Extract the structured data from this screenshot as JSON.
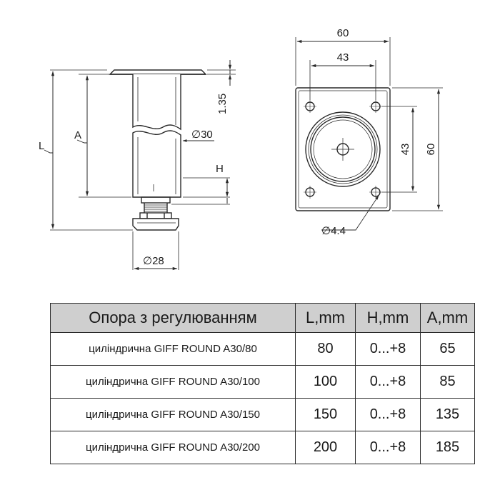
{
  "side_view": {
    "dim_L": "L",
    "dim_A": "A",
    "dim_tube": "∅30",
    "dim_plate": "1.35",
    "dim_H": "H",
    "dim_base": "∅28"
  },
  "top_view": {
    "dim_width": "60",
    "dim_hole_spacing_x": "43",
    "dim_hole_spacing_y": "43",
    "dim_height": "60",
    "dim_hole": "∅4.4"
  },
  "table": {
    "headers": [
      "Опора з регулюванням",
      "L,mm",
      "H,mm",
      "A,mm"
    ],
    "rows": [
      {
        "name": "циліндрична GIFF ROUND A30/80",
        "L": "80",
        "H": "0...+8",
        "A": "65"
      },
      {
        "name": "циліндрична GIFF ROUND A30/100",
        "L": "100",
        "H": "0...+8",
        "A": "85"
      },
      {
        "name": "циліндрична GIFF ROUND A30/150",
        "L": "150",
        "H": "0...+8",
        "A": "135"
      },
      {
        "name": "циліндрична GIFF ROUND A30/200",
        "L": "200",
        "H": "0...+8",
        "A": "185"
      }
    ]
  },
  "colors": {
    "line": "#2a2a2a",
    "header_bg": "#cfcfcf"
  }
}
